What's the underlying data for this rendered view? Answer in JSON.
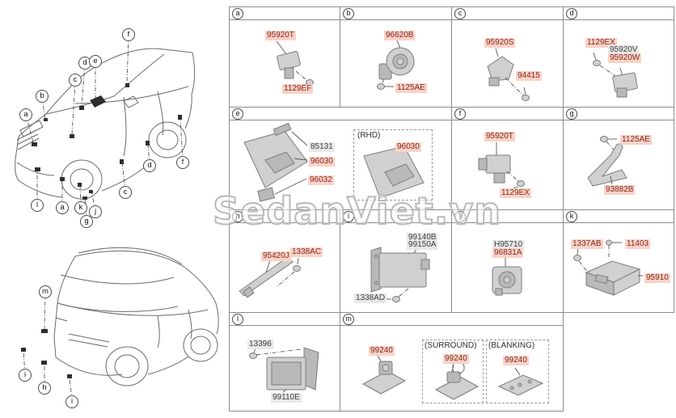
{
  "watermark": "SedanViet.vn",
  "palette": {
    "highlight_bg": "#f9d2c8",
    "highlight_text": "#86291b",
    "plain_bg": "#e8e8e8",
    "plain_text": "#404040",
    "grid_line": "#8c8c8c"
  },
  "car_top": {
    "callouts": [
      {
        "letter": "a"
      },
      {
        "letter": "b"
      },
      {
        "letter": "c"
      },
      {
        "letter": "d"
      },
      {
        "letter": "e"
      },
      {
        "letter": "f"
      },
      {
        "letter": "l"
      },
      {
        "letter": "a"
      },
      {
        "letter": "k"
      },
      {
        "letter": "g"
      },
      {
        "letter": "j"
      },
      {
        "letter": "c"
      },
      {
        "letter": "d"
      },
      {
        "letter": "f"
      }
    ]
  },
  "car_bottom": {
    "callouts": [
      {
        "letter": "m"
      },
      {
        "letter": "i"
      },
      {
        "letter": "h"
      },
      {
        "letter": "i"
      }
    ]
  },
  "cells": {
    "a": {
      "letter": "a",
      "parts": [
        {
          "num": "95920T"
        },
        {
          "num": "1129EF"
        }
      ]
    },
    "b": {
      "letter": "b",
      "parts": [
        {
          "num": "96620B"
        },
        {
          "num": "1125AE"
        }
      ]
    },
    "c": {
      "letter": "c",
      "parts": [
        {
          "num": "95920S"
        },
        {
          "num": "94415"
        }
      ]
    },
    "d": {
      "letter": "d",
      "parts": [
        {
          "num": "1129EX"
        },
        {
          "num": "95920V"
        },
        {
          "num": "95920W"
        }
      ]
    },
    "e": {
      "letter": "e",
      "parts": [
        {
          "num": "85131"
        },
        {
          "num": "96030"
        },
        {
          "num": "96032"
        }
      ],
      "rhd_caption": "(RHD)",
      "rhd_part": {
        "num": "96030"
      }
    },
    "f": {
      "letter": "f",
      "parts": [
        {
          "num": "95920T"
        },
        {
          "num": "1129EX"
        }
      ]
    },
    "g": {
      "letter": "g",
      "parts": [
        {
          "num": "1125AE"
        },
        {
          "num": "93882B"
        }
      ]
    },
    "h": {
      "letter": "h",
      "parts": [
        {
          "num": "95420J"
        },
        {
          "num": "1338AC"
        }
      ]
    },
    "i": {
      "letter": "i",
      "parts": [
        {
          "num": "99140B"
        },
        {
          "num": "99150A"
        },
        {
          "num": "1338AD"
        }
      ]
    },
    "j": {
      "letter": "j",
      "parts": [
        {
          "num": "H95710"
        },
        {
          "num": "96831A"
        }
      ]
    },
    "k": {
      "letter": "k",
      "parts": [
        {
          "num": "1337AB"
        },
        {
          "num": "11403"
        },
        {
          "num": "95910"
        }
      ]
    },
    "l": {
      "letter": "l",
      "parts": [
        {
          "num": "13396"
        },
        {
          "num": "99110E"
        }
      ]
    },
    "m": {
      "letter": "m",
      "parts": [
        {
          "num": "99240"
        }
      ],
      "surround_caption": "(SURROUND)",
      "surround_part": {
        "num": "99240"
      },
      "blanking_caption": "(BLANKING)",
      "blanking_part": {
        "num": "99240"
      }
    }
  }
}
